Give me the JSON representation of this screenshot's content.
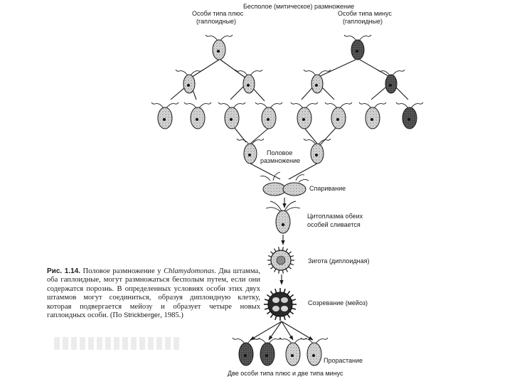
{
  "labels": {
    "top_title": "Бесполое (митическое) размножение",
    "plus_type": [
      "Особи типа плюс",
      "(гаплоидные)"
    ],
    "minus_type": [
      "Особи типа минус",
      "(гаплоидные)"
    ],
    "sexual": [
      "Половое",
      "размножение"
    ],
    "pairing": "Спаривание",
    "cytoplasm": [
      "Цитоплазма обеих",
      "особей сливается"
    ],
    "zygote": "Зигота (диплоидная)",
    "maturation": "Созревание (мейоз)",
    "germination": "Прорастание",
    "bottom": "Две особи типа плюс и две типа минус"
  },
  "caption": {
    "label": "Рис. 1.14.",
    "text_before": " Половое размножение у ",
    "genus": "Chlamydomonas",
    "text_after": ". Два штамма, оба гаплоидные, могут размножаться бесполым путем, если они содержатся порознь. В определенных условиях особи этих двух штаммов могут соединиться, образуя диплоидную клетку, которая подвергается мейозу и образует четыре новых гаплоидных особи. (По ",
    "author": "Strickberger",
    "text_end": ", 1985.)"
  },
  "colors": {
    "plus_cell": "#dcdcdc",
    "minus_cell": "#4a4a4a",
    "ink": "#1a1a1a"
  },
  "icons": {
    "plus_cell": "light-chlamydomonas-cell-icon",
    "minus_cell": "dark-chlamydomonas-cell-icon",
    "zygote": "spiky-zygote-icon"
  }
}
